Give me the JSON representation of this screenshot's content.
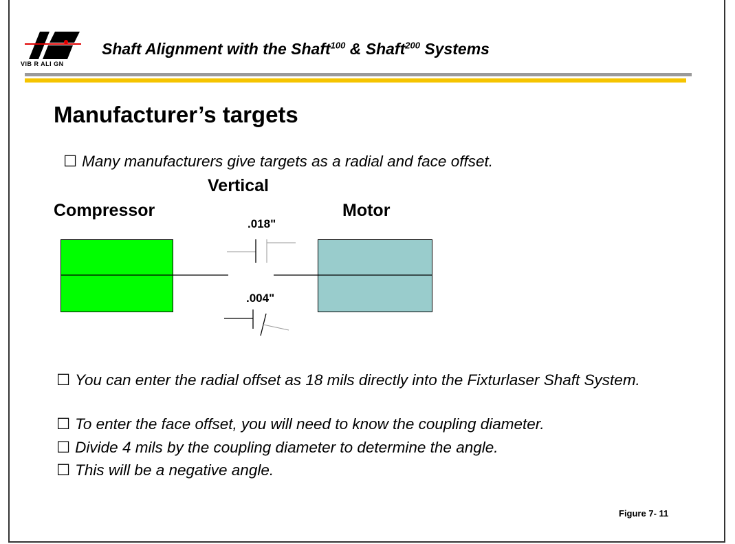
{
  "header": {
    "logo_text": "VIB R ALI GN",
    "title_part1": "Shaft Alignment with the Shaft",
    "sup1": "100",
    "title_part2": " & Shaft",
    "sup2": "200",
    "title_part3": " Systems"
  },
  "slide": {
    "title": "Manufacturer’s targets",
    "bullets": [
      "Many manufacturers give targets as a radial and face offset.",
      "You can enter the radial offset as 18 mils directly into the Fixturlaser Shaft System.",
      "To enter the face offset, you will need to know the coupling diameter.",
      "Divide 4 mils by the coupling diameter to determine the angle.",
      "This will be a  negative angle."
    ],
    "bullet_symbol": "☐"
  },
  "diagram": {
    "vertical_label": "Vertical",
    "left_machine": "Compressor",
    "right_machine": "Motor",
    "radial_offset": ".018\"",
    "face_offset": ".004\"",
    "colors": {
      "compressor": "#00ff00",
      "motor": "#99cccc"
    }
  },
  "footer": {
    "figure": "Figure 7- 11"
  }
}
